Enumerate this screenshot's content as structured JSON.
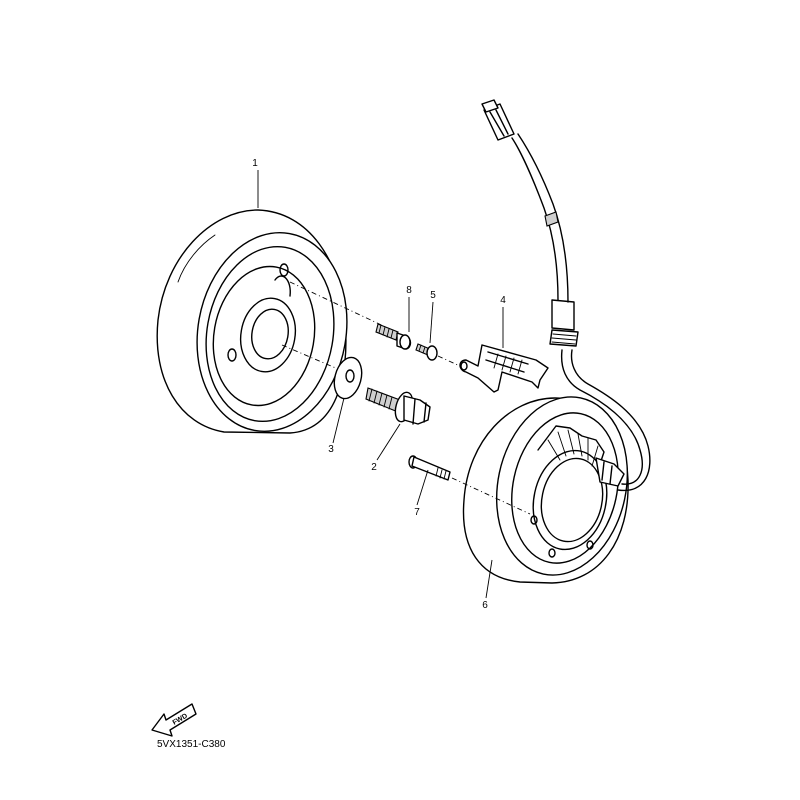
{
  "callouts": {
    "p1": "1",
    "p2": "2",
    "p3": "3",
    "p4": "4",
    "p5": "5",
    "p6": "6",
    "p7": "7",
    "p8": "8"
  },
  "fwd_label": "FWD",
  "diagram_code": "5VX1351-C380"
}
